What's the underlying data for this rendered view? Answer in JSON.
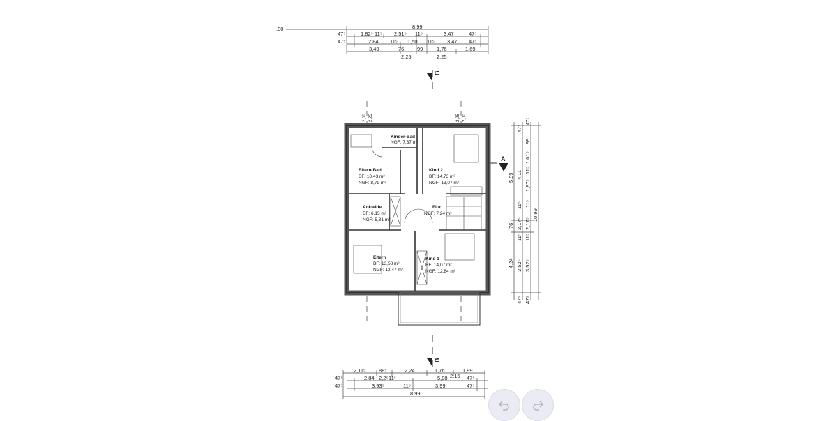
{
  "plan": {
    "rooms": [
      {
        "name": "Kinder-Bad",
        "ngf": "NGF: 7,37 m²"
      },
      {
        "name": "Eltern-Bad",
        "bf": "BF: 10,43 m²",
        "ngf": "NGF: 8,79 m²"
      },
      {
        "name": "Kind 2",
        "bf": "BF: 14,73 m²",
        "ngf": "NGF: 13,07 m²"
      },
      {
        "name": "Ankleide",
        "bf": "BF: 6,15 m²",
        "ngf": "NGF: 5,31 m²"
      },
      {
        "name": "Flur",
        "ngf": "NGF: 7,24 m²"
      },
      {
        "name": "Eltern",
        "bf": "BF: 13,58 m²",
        "ngf": "NGF: 12,47 m²"
      },
      {
        "name": "Kind 1",
        "bf": "BF: 14,07 m²",
        "ngf": "NGF: 12,84 m²"
      }
    ],
    "section_markers": [
      "B",
      "A",
      "B"
    ],
    "column_labels": [
      "2,00",
      "2,25",
      "2,25",
      "2,00"
    ],
    "top_dims": {
      "row0": [
        ",00",
        "8,99"
      ],
      "row1": [
        "47⁵",
        "1,82⁵",
        "11⁵",
        "2,51⁵",
        "11⁵",
        "3,47",
        "47⁵"
      ],
      "row2": [
        "47⁵",
        "2,84",
        "11⁵",
        "1,50",
        "11⁵",
        "3,47",
        "47⁵"
      ],
      "row3": [
        "3,49",
        "76",
        "99",
        "1,76",
        "1,69"
      ],
      "row4": [
        "2,25",
        "2,25"
      ]
    },
    "bottom_dims": {
      "row1": [
        "2,11⁵",
        "88⁵",
        "2,24",
        "1,76",
        "1,99"
      ],
      "row2": [
        "47⁵",
        "2,84",
        "2,2⁵",
        "11⁵",
        "5,08",
        "2,15",
        "47⁵"
      ],
      "row3": [
        "47⁵",
        "3,93⁵",
        "11⁵",
        "3,99",
        "47⁵"
      ],
      "row4": [
        "8,99"
      ]
    },
    "right_dims": {
      "col1": [
        "5,99",
        "76",
        "4,24"
      ],
      "col2": [
        "47⁵",
        "4,11",
        "11⁵",
        "2,17⁵",
        "11⁵",
        "3,52⁵",
        "47⁵"
      ],
      "col3": [
        "47⁵",
        "99",
        "1,01⁵",
        "11⁵",
        "1,87⁵",
        "11⁵",
        "2,17⁵",
        "11⁵",
        "3,52⁵",
        "47⁵"
      ],
      "col4": [
        "10,99"
      ]
    }
  },
  "controls": {
    "undo_icon": "undo-arrow-icon",
    "redo_icon": "redo-arrow-icon"
  }
}
